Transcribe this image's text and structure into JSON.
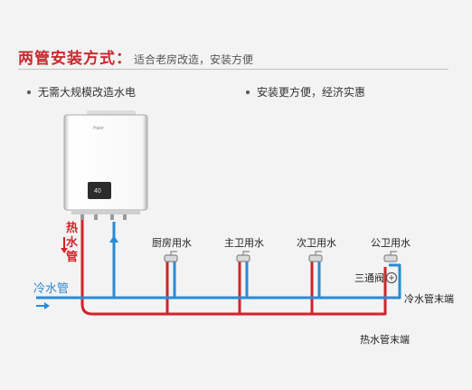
{
  "header": {
    "title": "两管安装方式：",
    "subtitle": "适合老房改造，安装方便"
  },
  "bullets": [
    "无需大规模改造水电",
    "安装更方便，经济实惠"
  ],
  "heater": {
    "brand": "Haier",
    "display": "40"
  },
  "labels": {
    "hot_water_chars": [
      "热",
      "水",
      "管"
    ],
    "cold_pipe": "冷水管",
    "kitchen": "厨房用水",
    "master_bath": "主卫用水",
    "second_bath": "次卫用水",
    "public_bath": "公卫用水",
    "three_way_valve": "三通阀",
    "cold_pipe_end": "冷水管末端",
    "hot_pipe_end": "热水管末端"
  },
  "colors": {
    "hot": "#d2232a",
    "cold": "#2a8ad6",
    "accent": "#c9292f"
  }
}
